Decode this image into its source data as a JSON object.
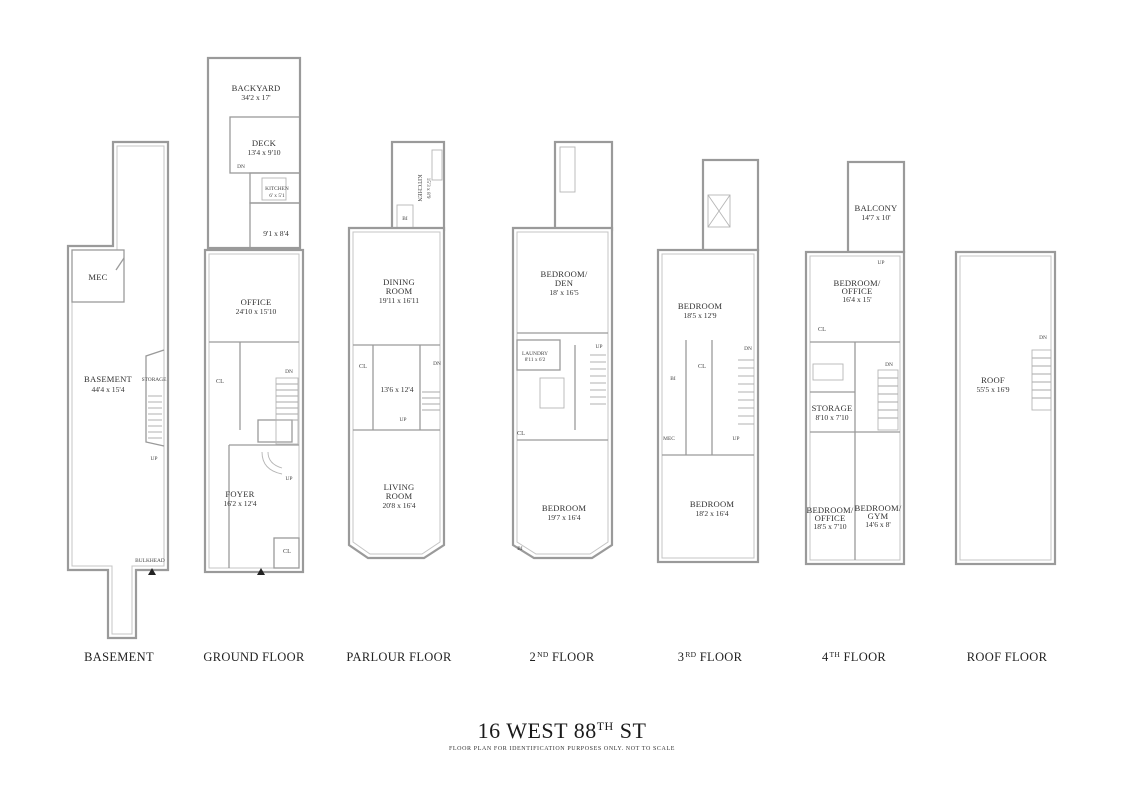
{
  "title": {
    "main": "16 WEST 88",
    "sup": "TH",
    "suffix": " ST",
    "disclaimer": "FLOOR PLAN FOR IDENTIFICATION PURPOSES ONLY. NOT TO SCALE"
  },
  "floors": [
    {
      "label": "BASEMENT",
      "sup": "",
      "suffix": ""
    },
    {
      "label": "GROUND FLOOR",
      "sup": "",
      "suffix": ""
    },
    {
      "label": "PARLOUR FLOOR",
      "sup": "",
      "suffix": ""
    },
    {
      "label": "2",
      "sup": "ND",
      "suffix": " FLOOR"
    },
    {
      "label": "3",
      "sup": "RD",
      "suffix": " FLOOR"
    },
    {
      "label": "4",
      "sup": "TH",
      "suffix": " FLOOR"
    },
    {
      "label": "ROOF FLOOR",
      "sup": "",
      "suffix": ""
    }
  ],
  "rooms": {
    "basement": {
      "mec": "MEC",
      "basement": "BASEMENT",
      "basement_dim": "44'4 x 15'4",
      "storage": "STORAGE",
      "up": "UP",
      "bulkhead": "BULKHEAD"
    },
    "ground": {
      "backyard": "BACKYARD",
      "backyard_dim": "34'2 x 17'",
      "deck": "DECK",
      "deck_dim": "13'4 x 9'10",
      "kitchen": "KITCHEN",
      "kitchen_dim": "6' x 5'1",
      "dn": "DN",
      "anteroom_dim": "9'1 x 8'4",
      "office": "OFFICE",
      "office_dim": "24'10 x 15'10",
      "cl": "CL",
      "foyer": "FOYER",
      "foyer_dim": "16'2 x 12'4",
      "up": "UP"
    },
    "parlour": {
      "kitchen": "KITCHEN",
      "kitchen_dim": "15'3 x 8'9",
      "bi": "BI",
      "dining": "DINING",
      "dining2": "ROOM",
      "dining_dim": "19'11 x 16'11",
      "hall_dim": "13'6 x 12'4",
      "cl": "CL",
      "dn": "DN",
      "up": "UP",
      "living": "LIVING",
      "living2": "ROOM",
      "living_dim": "20'8 x 16'4"
    },
    "second": {
      "bedroom_den": "BEDROOM/",
      "bedroom_den2": "DEN",
      "bedroom_den_dim": "18' x 16'5",
      "laundry": "LAUNDRY",
      "laundry_dim": "8'11 x 6'2",
      "bedroom": "BEDROOM",
      "bedroom_dim": "19'7 x 16'4",
      "cl": "CL",
      "bi": "BI",
      "up": "UP"
    },
    "third": {
      "bedroom1": "BEDROOM",
      "bedroom1_dim": "18'5 x 12'9",
      "bedroom2": "BEDROOM",
      "bedroom2_dim": "18'2 x 16'4",
      "cl": "CL",
      "bi": "BI",
      "mec": "MEC",
      "dn": "DN",
      "up": "UP"
    },
    "fourth": {
      "balcony": "BALCONY",
      "balcony_dim": "14'7 x 10'",
      "bedroom_office": "BEDROOM/",
      "bedroom_office2": "OFFICE",
      "bedroom_office_dim": "16'4 x 15'",
      "storage": "STORAGE",
      "storage_dim": "8'10 x 7'10",
      "office2": "BEDROOM/",
      "office2b": "OFFICE",
      "office2_dim": "18'5 x 7'10",
      "gym": "BEDROOM/",
      "gym2": "GYM",
      "gym_dim": "14'6 x 8'",
      "cl": "CL",
      "up": "UP",
      "dn": "DN"
    },
    "roof": {
      "roof": "ROOF",
      "roof_dim": "55'5 x 16'9",
      "dn": "DN"
    }
  }
}
